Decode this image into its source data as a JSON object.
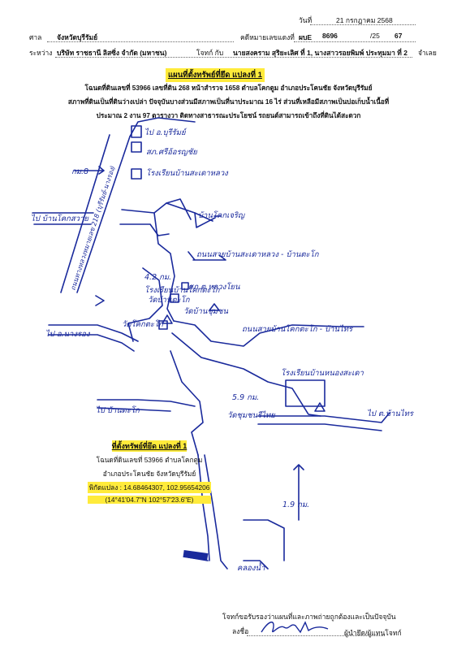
{
  "header": {
    "date_label": "วันที่",
    "date_value": "21 กรกฎาคม 2568",
    "court_label": "ศาล",
    "court_value": "จังหวัดบุรีรัมย์",
    "case_label": "คดีหมายเลขแดงที่",
    "case_prefix": "ผบE",
    "case_number": "8696",
    "case_year_prefix": "/25",
    "case_year": "67",
    "between_label": "ระหว่าง",
    "plaintiff": "บริษัท ราชธานี ลิสซิ่ง จำกัด (มหาชน)",
    "plaintiff_suffix": "โจทก์ กับ",
    "defendant": "นายสงคราม สุริยะเลิศ ที่ 1, นางสาวรอยพิมพ์ ประทุมมา ที่ 2",
    "defendant_suffix": "จำเลย"
  },
  "title": "แผนที่ตั้งทรัพย์ที่ยึด แปลงที่ 1",
  "description": [
    "โฉนดที่ดินเลขที่ 53966 เลขที่ดิน 268 หน้าสำรวจ 1658 ตำบลโคกตูม อำเภอประโคนชัย จังหวัดบุรีรัมย์",
    "สภาพที่ดินเป็นที่ดินว่างเปล่า ปัจจุบันบางส่วนมีสภาพเป็นที่นาประมาณ 16 ไร่ ส่วนที่เหลือมีสภาพเป็นบ่อเก็บน้ำเนื้อที่",
    "ประมาณ 2 งาน 97 ตารางวา ติดทางสาธารณะประโยชน์ รถยนต์สามารถเข้าถึงที่ดินได้สะดวก"
  ],
  "map_labels": {
    "north_city": "ไป อ.บุรีรัมย์",
    "police": "สภ.ศรีอ้อรญชัย",
    "school": "โรงเรียนบ้านสะเดาหลวง",
    "km_label": "กม.8",
    "left_village": "ไป บ้านโคกสวาย",
    "highway": "ถนนทางหลวงหมายเลข 218 (บุรีรัมย์-นางรอง)",
    "to_pho_yai": "บ้านโคกเจริญ",
    "road_sadao": "ถนนสายบ้านสะเดาหลวง - บ้านตะโก",
    "km21": "4.2 กม.",
    "school2": "โรงเรียนบ้านโคกตะโก",
    "mor_chor": "วัดบ้านตะโก",
    "wat1": "วัดบ้านชุมชน",
    "village_hall": "สภ.ต.หลวงโยน",
    "wat_takoh": "วัดโคกตะโก",
    "road_khok": "ถนนสายบ้านโคกตะโก - บ้านไทร",
    "to_nangrong": "ไป อ.นางรอง",
    "school3": "โรงเรียนบ้านหนองสะเดา",
    "km5": "5.9 กม.",
    "wat_nong": "วัดชุมชนรีไทย",
    "to_ban_takoh": "ไป บ้านตะโก",
    "to_ban_sai": "ไป ต.บ้านไทร",
    "km19": "1.9 กม.",
    "pond": "คลองน้ำ"
  },
  "location_box": {
    "title": "ที่ตั้งทรัพย์ที่ยึด แปลงที่ 1",
    "line1": "โฉนดที่ดินเลขที่ 53966 ตำบลโคกตูม",
    "line2": "อำเภอประโคนชัย จังหวัดบุรีรัมย์",
    "coords": "พิกัดแปลง : 14.68464307, 102.95654206",
    "dms": "(14°41'04.7\"N 102°57'23.6\"E)"
  },
  "footer": {
    "certify": "โจทก์ขอรับรองว่าแผนที่และภาพถ่ายถูกต้องและเป็นปัจจุบัน",
    "sign_label": "ลงชื่อ",
    "signer_role": "ผู้นำยึด/ผู้แทนโจทก์"
  },
  "colors": {
    "highlight": "#ffeb3b",
    "ink": "#1a2a9c"
  }
}
